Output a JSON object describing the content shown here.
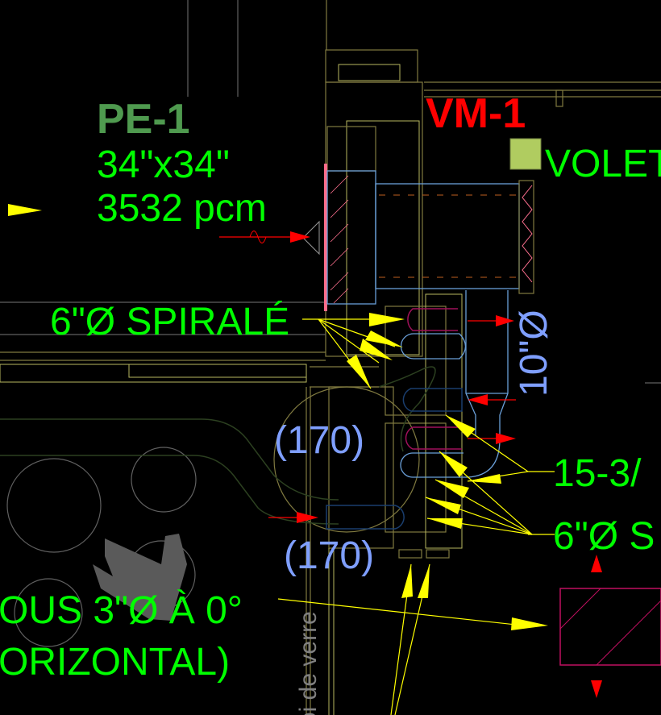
{
  "labels": {
    "equipment_tag": "PE-1",
    "equipment_size": "34\"x34\"",
    "equipment_flow": "3532 pcm",
    "unit_tag": "VM-1",
    "damper_label": "VOLET",
    "spiral_duct_label": "6\"Ø SPIRALÉ",
    "duct_10_label": "10\"Ø",
    "flow_1": "(170)",
    "flow_2": "(170)",
    "size_label_right": "15-3/",
    "spiral_label_right": "6\"Ø S",
    "bottom_note_line1": "OUS 3\"Ø  À 0°",
    "bottom_note_line2": "ORIZONTAL)",
    "wall_label": "oi de verre"
  },
  "colors": {
    "background": "#000000",
    "text_green": "#00ff00",
    "tag_green": "#4f9a4f",
    "tag_red": "#ff0000",
    "flow_blue": "#7f9fff",
    "leader_yellow": "#ffff00",
    "damper_fill": "#b0cc60"
  }
}
